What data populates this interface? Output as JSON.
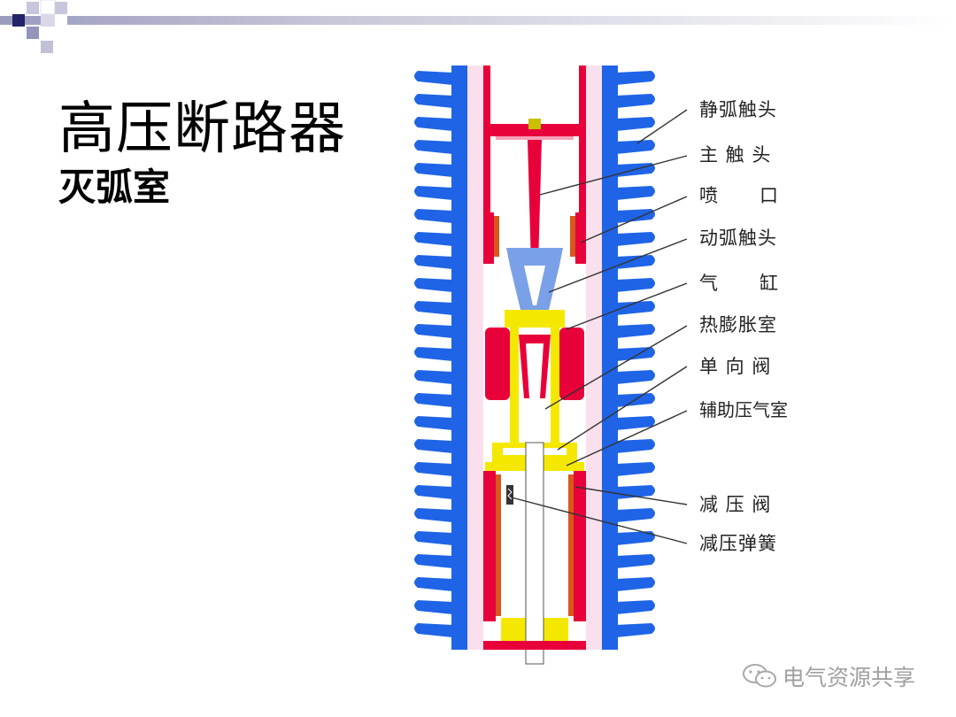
{
  "slide": {
    "title": "高压断路器",
    "subtitle": "灭弧室"
  },
  "callouts": [
    "静弧触头",
    "主 触 头",
    "喷      口",
    "动弧触头",
    "气      缸",
    "热膨胀室",
    "单 向 阀",
    "辅助压气室",
    "减 压 阀",
    "减压弹簧"
  ],
  "watermark": {
    "text": "电气资源共享",
    "icon": "wechat-icon"
  },
  "colors": {
    "insulator_blue": "#1f64e6",
    "contact_red": "#e8003a",
    "nozzle_blue": "#7aa0e8",
    "yellow": "#f5e800",
    "orange": "#d8581c",
    "pink_bg": "#f8d8e8",
    "accent_navy": "#2a2a6e",
    "accent_grey": "#a8a8c0"
  }
}
